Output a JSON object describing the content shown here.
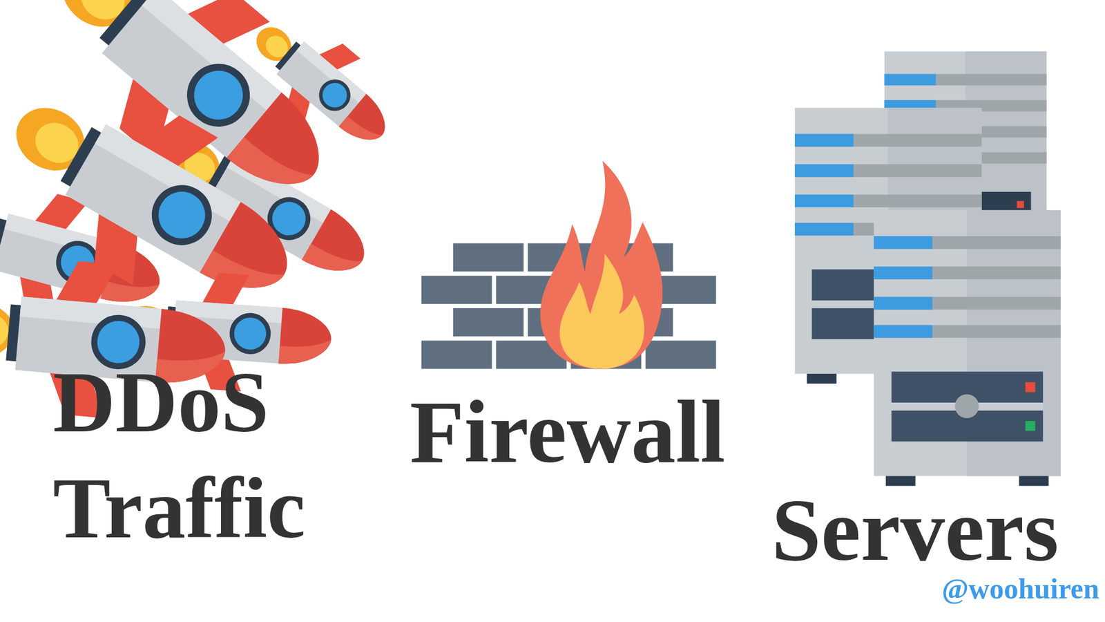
{
  "diagram": {
    "labels": [
      "DDoS Traffic",
      "Firewall",
      "Servers",
      "@woohuiren"
    ]
  }
}
